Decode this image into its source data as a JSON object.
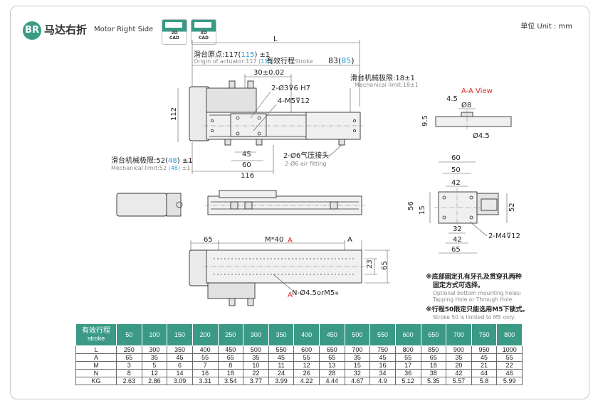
{
  "header": {
    "badge": "BR",
    "title_cn": "马达右折",
    "title_en": "Motor Right Side",
    "cad_2d": [
      "2D",
      "CAD"
    ],
    "cad_3d": [
      "3D",
      "CAD"
    ],
    "unit": "单位 Unit : mm"
  },
  "drawing": {
    "L": "L",
    "origin_cn": "滑台原点:117(",
    "origin_blue": "115",
    "origin_cn_end": ") ±1",
    "origin_en_a": "Origin of actuator:117 (",
    "origin_en_blue": "115",
    "origin_en_b": ")",
    "stroke_cn": "有效行程",
    "stroke_en": "Stroke",
    "dim_83": "83(",
    "dim_85": "85",
    "dim_83_end": ")",
    "dim_30": "30±0.02",
    "dim_112": "112",
    "hole_a": "2-Ø3⊽6 H7",
    "hole_b": "4-M5⊽12",
    "mech_right_cn": "滑台机械极限:18±1",
    "mech_right_en": "Mechanical limit:18±1",
    "mech_left_cn_a": "滑台机械极限:52(",
    "mech_left_blue": "48",
    "mech_left_cn_b": ") ±1",
    "mech_left_en_a": "Mechanical limit:52 (",
    "mech_left_en_b": ") ±1",
    "dim_45": "45",
    "dim_60": "60",
    "dim_116": "116",
    "air_cn": "2-Ø6气压接头",
    "air_en": "2-Ø6 air fitting",
    "aa_view": "A-A View",
    "dim_4_5": "4.5",
    "dia_8": "Ø8",
    "dim_9_5": "9.5",
    "dia_4_5": "Ø4.5",
    "dim_65": "65",
    "dim_M40": "M*40",
    "A": "A",
    "dim_23": "23",
    "dim_65b": "65",
    "dim_N": "N-Ø4.5orM5",
    "note_mark": "※",
    "e_60": "60",
    "e_50": "50",
    "e_42": "42",
    "e_56": "56",
    "e_15": "15",
    "e_52": "52",
    "e_32": "32",
    "e_42b": "42",
    "e_m4": "2-M4⊽12",
    "e_65": "65"
  },
  "notes": [
    {
      "cn": "※底部固定孔有牙孔及贯穿孔两种",
      "cn2": "固定方式可选择。",
      "en": "Optional bottom mounting holes:",
      "en2": "Tapping Hole or Through Hole."
    },
    {
      "cn": "※行程50限定只能选用M5下锁式。",
      "cn2": "",
      "en": "Stroke 50 is limited to M5 only.",
      "en2": ""
    }
  ],
  "table": {
    "header_cn": "有效行程",
    "header_en": "stroke",
    "strokes": [
      "50",
      "100",
      "150",
      "200",
      "250",
      "300",
      "350",
      "400",
      "450",
      "500",
      "550",
      "600",
      "650",
      "700",
      "750",
      "800"
    ],
    "rows": [
      {
        "label": "L",
        "values": [
          "250",
          "300",
          "350",
          "400",
          "450",
          "500",
          "550",
          "600",
          "650",
          "700",
          "750",
          "800",
          "850",
          "900",
          "950",
          "1000"
        ]
      },
      {
        "label": "A",
        "values": [
          "65",
          "35",
          "45",
          "55",
          "65",
          "35",
          "45",
          "55",
          "65",
          "35",
          "45",
          "55",
          "65",
          "35",
          "45",
          "55"
        ]
      },
      {
        "label": "M",
        "values": [
          "3",
          "5",
          "6",
          "7",
          "8",
          "10",
          "11",
          "12",
          "13",
          "15",
          "16",
          "17",
          "18",
          "20",
          "21",
          "22"
        ]
      },
      {
        "label": "N",
        "values": [
          "8",
          "12",
          "14",
          "16",
          "18",
          "22",
          "24",
          "26",
          "28",
          "32",
          "34",
          "36",
          "38",
          "42",
          "44",
          "46"
        ]
      },
      {
        "label": "KG",
        "values": [
          "2.63",
          "2.86",
          "3.09",
          "3.31",
          "3.54",
          "3.77",
          "3.99",
          "4.22",
          "4.44",
          "4.67",
          "4.9",
          "5.12",
          "5.35",
          "5.57",
          "5.8",
          "5.99"
        ]
      }
    ]
  }
}
